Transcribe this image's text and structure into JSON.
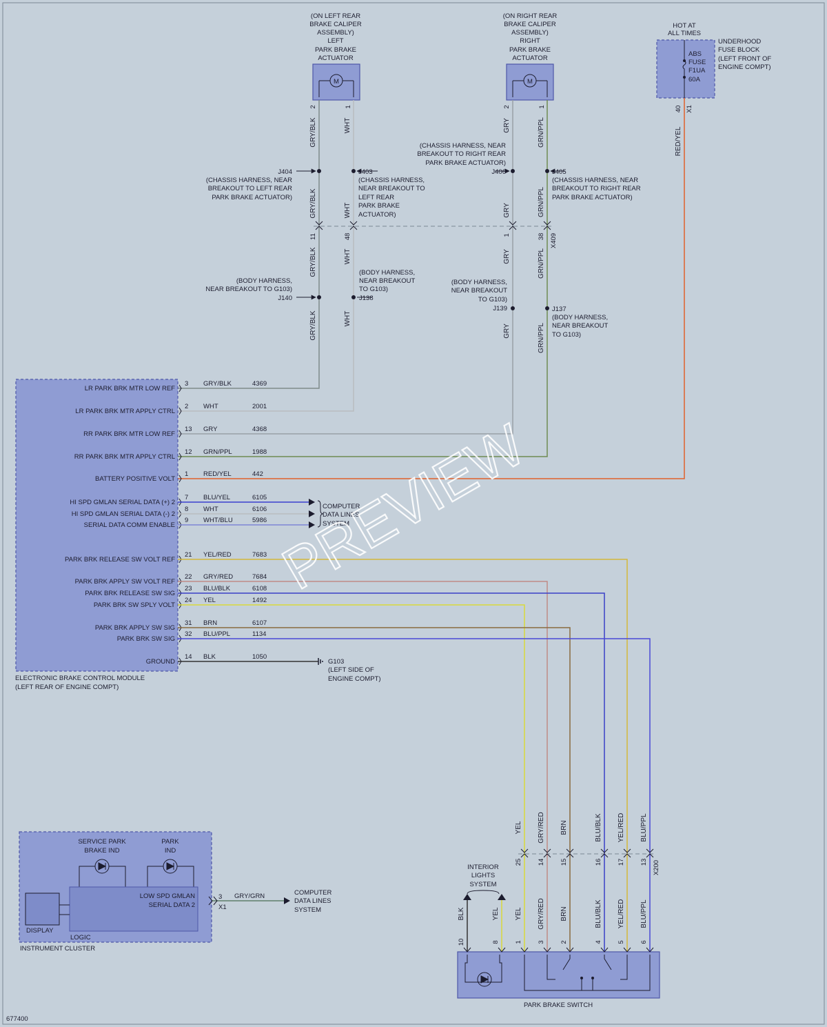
{
  "colors": {
    "background": "#c5d0da",
    "module_fill": "#8f9cd3",
    "module_border": "#4e57a8",
    "GRY/BLK": "#7f8a8a",
    "WHT": "#b9bcc0",
    "GRY": "#9aa0a6",
    "GRN/PPL": "#6f8a52",
    "RED/YEL": "#e2602a",
    "BLU/YEL": "#3a3fd0",
    "WHT/BLU": "#7e86d4",
    "YEL/RED": "#d4b73a",
    "GRY/RED": "#c08a86",
    "BLU/BLK": "#3a3fc8",
    "YEL": "#d9d93a",
    "BRN": "#8a6a3e",
    "BLU/PPL": "#4a48d6",
    "BLK": "#333333",
    "GRY/GRN": "#5f7f6a"
  },
  "watermark": "PREVIEW",
  "figure_number": "677400",
  "left_actuator": {
    "label_lines": [
      "(ON LEFT REAR",
      "BRAKE CALIPER",
      "ASSEMBLY)",
      "LEFT",
      "PARK BRAKE",
      "ACTUATOR"
    ],
    "motor_symbol": "M",
    "pin_a": "2",
    "pin_b": "1"
  },
  "right_actuator": {
    "label_lines": [
      "(ON RIGHT REAR",
      "BRAKE CALIPER",
      "ASSEMBLY)",
      "RIGHT",
      "PARK BRAKE",
      "ACTUATOR"
    ],
    "motor_symbol": "M",
    "pin_a": "2",
    "pin_b": "1"
  },
  "fuse_block": {
    "hot_at": [
      "HOT AT",
      "ALL TIMES"
    ],
    "fuse_lines": [
      "ABS",
      "FUSE",
      "F1UA",
      "60A"
    ],
    "location_lines": [
      "UNDERHOOD",
      "FUSE BLOCK",
      "(LEFT FRONT OF",
      "ENGINE COMPT)"
    ],
    "pin": "40",
    "connector": "X1",
    "wire": "RED/YEL"
  },
  "wire_labels": {
    "gry_blk": "GRY/BLK",
    "wht": "WHT",
    "gry": "GRY",
    "grn_ppl": "GRN/PPL"
  },
  "splices": {
    "j404": {
      "name": "J404",
      "lines": [
        "(CHASSIS HARNESS, NEAR",
        "BREAKOUT TO LEFT REAR",
        "PARK BRAKE ACTUATOR)"
      ]
    },
    "j403": {
      "name": "J403",
      "lines": [
        "(CHASSIS HARNESS,",
        "NEAR BREAKOUT TO",
        "LEFT REAR",
        "PARK BRAKE",
        "ACTUATOR)"
      ]
    },
    "j406": {
      "name": "J406",
      "lines": [
        "(CHASSIS HARNESS, NEAR",
        "BREAKOUT TO RIGHT REAR",
        "PARK BRAKE ACTUATOR)"
      ]
    },
    "j405": {
      "name": "J405",
      "lines": [
        "(CHASSIS HARNESS, NEAR",
        "BREAKOUT TO RIGHT REAR",
        "PARK BRAKE ACTUATOR)"
      ]
    },
    "j140": {
      "name": "J140",
      "lines": [
        "(BODY HARNESS,",
        "NEAR BREAKOUT TO G103)"
      ]
    },
    "j138": {
      "name": "J138",
      "lines": [
        "(BODY HARNESS,",
        "NEAR BREAKOUT",
        "TO G103)"
      ]
    },
    "j139": {
      "name": "J139",
      "lines": [
        "(BODY HARNESS,",
        "NEAR BREAKOUT",
        "TO G103)"
      ]
    },
    "j137": {
      "name": "J137",
      "lines": [
        "(BODY HARNESS,",
        "NEAR BREAKOUT",
        "TO G103)"
      ]
    }
  },
  "x409": {
    "connector": "X409",
    "pins": [
      "11",
      "48",
      "1",
      "38"
    ]
  },
  "ebcm": {
    "name_lines": [
      "ELECTRONIC BRAKE CONTROL MODULE",
      "(LEFT REAR OF ENGINE COMPT)"
    ],
    "pins": [
      {
        "name": "LR PARK BRK MTR LOW REF",
        "pin": "3",
        "wire": "GRY/BLK",
        "circuit": "4369"
      },
      {
        "name": "LR PARK BRK MTR APPLY CTRL",
        "pin": "2",
        "wire": "WHT",
        "circuit": "2001"
      },
      {
        "name": "RR PARK BRK MTR LOW REF",
        "pin": "13",
        "wire": "GRY",
        "circuit": "4368"
      },
      {
        "name": "RR PARK BRK MTR APPLY CTRL",
        "pin": "12",
        "wire": "GRN/PPL",
        "circuit": "1988"
      },
      {
        "name": "BATTERY POSITIVE VOLT",
        "pin": "1",
        "wire": "RED/YEL",
        "circuit": "442"
      },
      {
        "name": "HI SPD GMLAN SERIAL DATA (+) 2",
        "pin": "7",
        "wire": "BLU/YEL",
        "circuit": "6105"
      },
      {
        "name": "HI SPD GMLAN SERIAL DATA (-) 2",
        "pin": "8",
        "wire": "WHT",
        "circuit": "6106"
      },
      {
        "name": "SERIAL DATA COMM ENABLE",
        "pin": "9",
        "wire": "WHT/BLU",
        "circuit": "5986"
      },
      {
        "name": "PARK BRK RELEASE SW VOLT REF",
        "pin": "21",
        "wire": "YEL/RED",
        "circuit": "7683"
      },
      {
        "name": "PARK BRK APPLY SW VOLT REF",
        "pin": "22",
        "wire": "GRY/RED",
        "circuit": "7684"
      },
      {
        "name": "PARK BRK RELEASE SW SIG",
        "pin": "23",
        "wire": "BLU/BLK",
        "circuit": "6108"
      },
      {
        "name": "PARK BRK SW SPLY VOLT",
        "pin": "24",
        "wire": "YEL",
        "circuit": "1492"
      },
      {
        "name": "PARK BRK APPLY SW SIG",
        "pin": "31",
        "wire": "BRN",
        "circuit": "6107"
      },
      {
        "name": "PARK BRK SW SIG",
        "pin": "32",
        "wire": "BLU/PPL",
        "circuit": "1134"
      },
      {
        "name": "GROUND",
        "pin": "14",
        "wire": "BLK",
        "circuit": "1050"
      }
    ]
  },
  "computer_data_lines_1": [
    "COMPUTER",
    "DATA LINES",
    "SYSTEM"
  ],
  "ground": {
    "name": "G103",
    "lines": [
      "(LEFT SIDE OF",
      "ENGINE COMPT)"
    ]
  },
  "x200": {
    "connector": "X200",
    "pins": [
      {
        "pin": "25",
        "wire": "YEL"
      },
      {
        "pin": "14",
        "wire": "GRY/RED"
      },
      {
        "pin": "15",
        "wire": "BRN"
      },
      {
        "pin": "16",
        "wire": "BLU/BLK"
      },
      {
        "pin": "17",
        "wire": "YEL/RED"
      },
      {
        "pin": "13",
        "wire": "BLU/PPL"
      }
    ]
  },
  "park_brake_switch": {
    "name": "PARK BRAKE SWITCH",
    "pins": [
      {
        "pin": "10",
        "wire": "BLK"
      },
      {
        "pin": "8",
        "wire": "YEL"
      },
      {
        "pin": "1",
        "wire": "YEL"
      },
      {
        "pin": "3",
        "wire": "GRY/RED"
      },
      {
        "pin": "2",
        "wire": "BRN"
      },
      {
        "pin": "4",
        "wire": "BLU/BLK"
      },
      {
        "pin": "5",
        "wire": "YEL/RED"
      },
      {
        "pin": "6",
        "wire": "BLU/PPL"
      }
    ]
  },
  "interior_lights": [
    "INTERIOR",
    "LIGHTS",
    "SYSTEM"
  ],
  "instrument_cluster": {
    "name": "INSTRUMENT CLUSTER",
    "service_ind": [
      "SERVICE PARK",
      "BRAKE IND"
    ],
    "park_ind": [
      "PARK",
      "IND"
    ],
    "logic": "LOGIC",
    "display": "DISPLAY",
    "serial_lines": [
      "LOW SPD GMLAN",
      "SERIAL DATA 2"
    ],
    "pin": "3",
    "connector": "X1",
    "wire": "GRY/GRN"
  },
  "computer_data_lines_2": [
    "COMPUTER",
    "DATA LINES",
    "SYSTEM"
  ]
}
